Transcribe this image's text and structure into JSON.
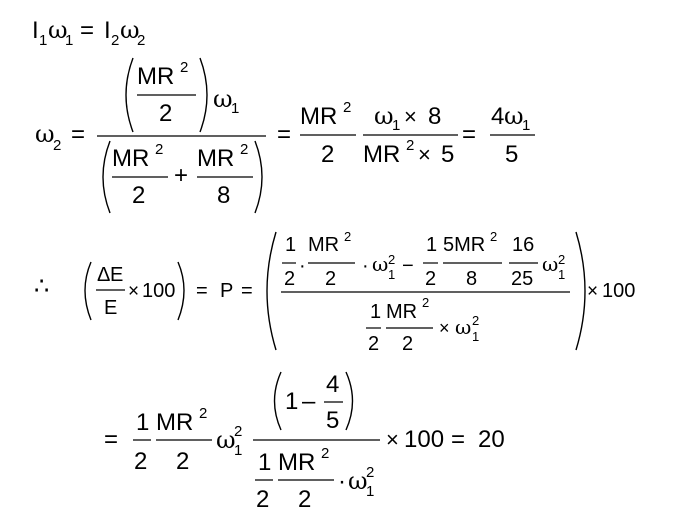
{
  "line1": {
    "I": "I",
    "one": "1",
    "omega": "ω",
    "eq": "=",
    "two": "2"
  },
  "line2": {
    "MR": "MR",
    "sq": "2",
    "two": "2",
    "eight": "8",
    "five": "5",
    "omega": "ω",
    "one": "1",
    "eq": "=",
    "plus": "+",
    "times": "×",
    "four": "4"
  },
  "line3": {
    "therefore": "∴",
    "delta": "Δ",
    "E": "E",
    "hundred": "100",
    "times": "×",
    "eq": "=",
    "P": "P",
    "one": "1",
    "two": "2",
    "MR": "MR",
    "sq": "2",
    "dot": "·",
    "omega": "ω",
    "minus": "−",
    "fiveMR": "5MR",
    "eight": "8",
    "sixteen": "16",
    "twentyfive": "25"
  },
  "line4": {
    "eq": "=",
    "one": "1",
    "two": "2",
    "MR": "MR",
    "sq": "2",
    "omega": "ω",
    "minus": "–",
    "four": "4",
    "five": "5",
    "times": "×",
    "hundred": "100",
    "twenty": "20",
    "dot": "·"
  }
}
